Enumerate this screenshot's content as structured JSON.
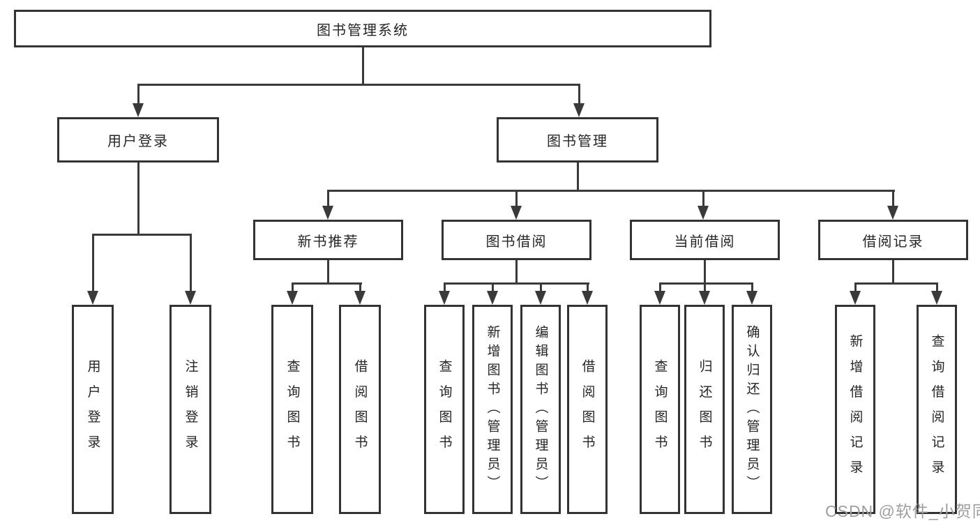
{
  "watermark": "CSDN @软件_小贺同学",
  "colors": {
    "line": "#3a3a3a",
    "box_border": "#333333",
    "text": "#262626",
    "watermark": "#9e9e9e",
    "background": "#ffffff"
  },
  "tree": {
    "root": "图书管理系统",
    "branches": [
      {
        "label": "用户登录",
        "children": [
          {
            "label": "用户登录"
          },
          {
            "label": "注销登录"
          }
        ]
      },
      {
        "label": "图书管理",
        "children": [
          {
            "label": "新书推荐",
            "children": [
              {
                "label": "查询图书"
              },
              {
                "label": "借阅图书"
              }
            ]
          },
          {
            "label": "图书借阅",
            "children": [
              {
                "label": "查询图书"
              },
              {
                "label": "新增图书（管理员）"
              },
              {
                "label": "编辑图书（管理员）"
              },
              {
                "label": "借阅图书"
              }
            ]
          },
          {
            "label": "当前借阅",
            "children": [
              {
                "label": "查询图书"
              },
              {
                "label": "归还图书"
              },
              {
                "label": "确认归还（管理员）"
              }
            ]
          },
          {
            "label": "借阅记录",
            "children": [
              {
                "label": "新增借阅记录"
              },
              {
                "label": "查询借阅记录"
              }
            ]
          }
        ]
      }
    ]
  }
}
